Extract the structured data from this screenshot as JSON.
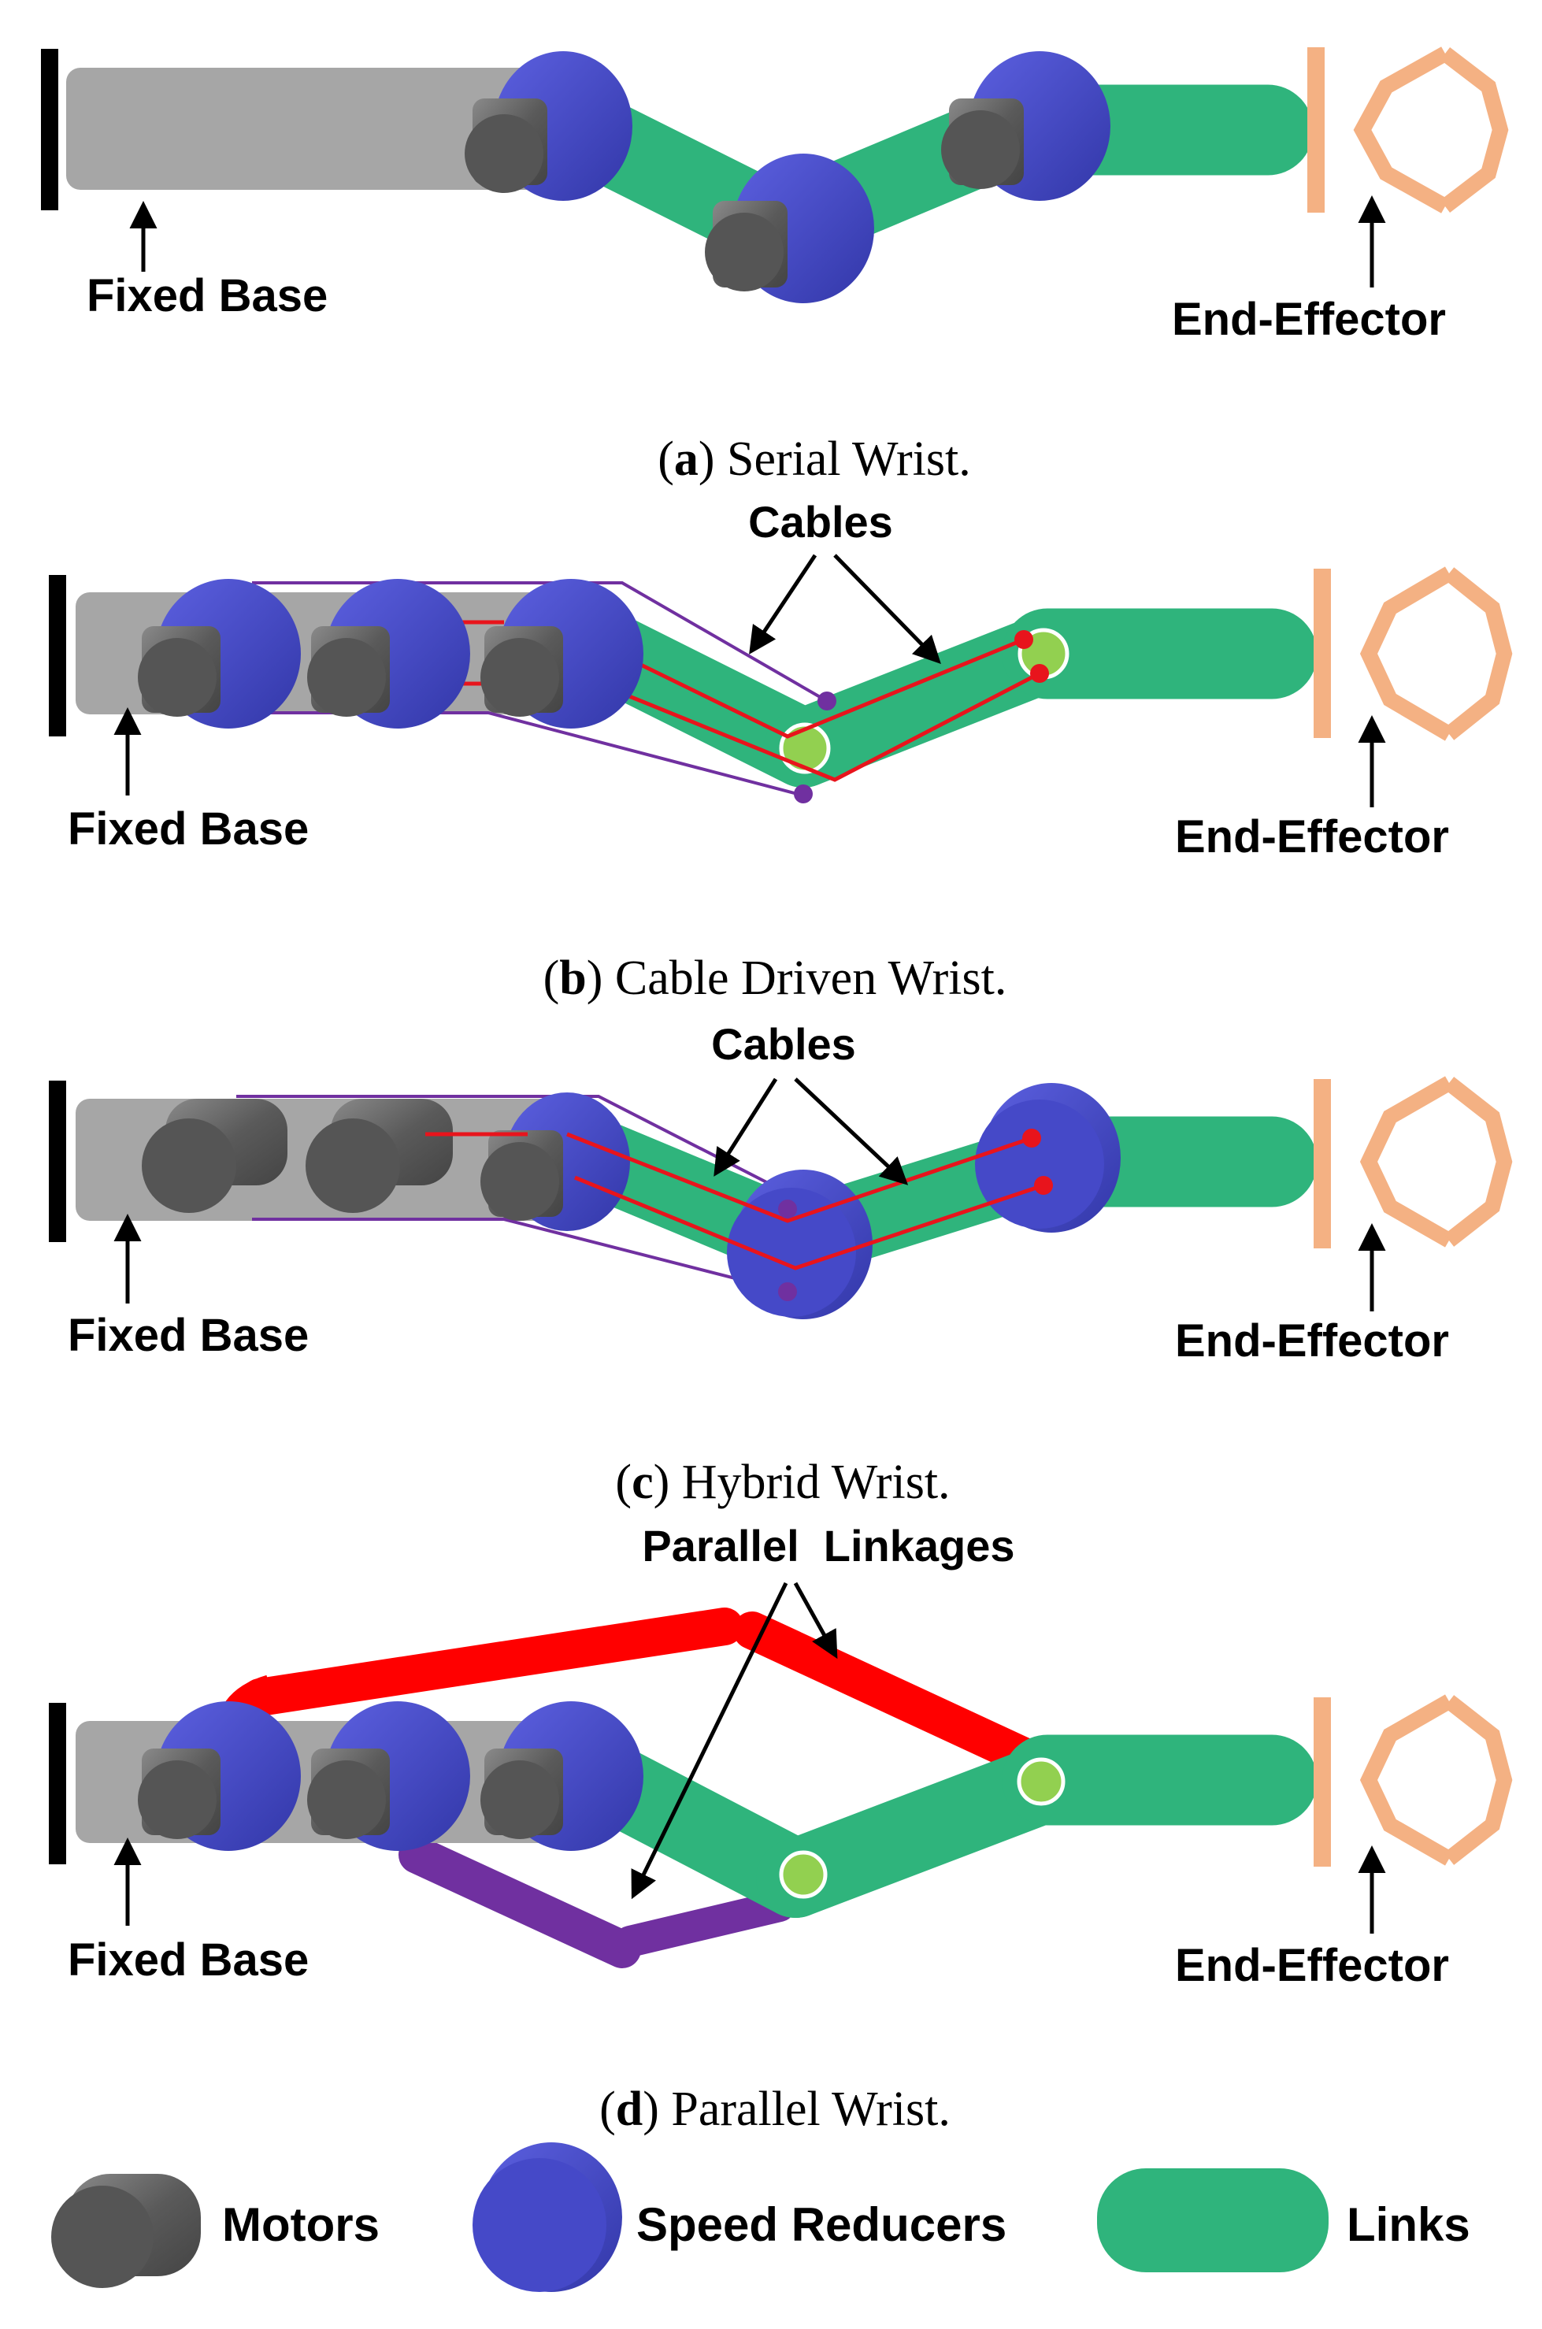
{
  "labels": {
    "fixed_base": "Fixed Base",
    "end_effector": "End-Effector",
    "cables": "Cables",
    "parallel_linkages": "Parallel  Linkages"
  },
  "captions": {
    "a": {
      "letter": "a",
      "text": " Serial Wrist."
    },
    "b": {
      "letter": "b",
      "text": " Cable Driven Wrist."
    },
    "c": {
      "letter": "c",
      "text": " Hybrid Wrist."
    },
    "d": {
      "letter": "d",
      "text": " Parallel Wrist."
    }
  },
  "legend": {
    "motors": "Motors",
    "speed_reducers": "Speed Reducers",
    "links": "Links"
  },
  "colors": {
    "base": "#a6a6a6",
    "link": "#2fb47c",
    "reducer": "#4549c8",
    "motor": "#555555",
    "cable": "#e8141c",
    "cable_secondary": "#7030a0",
    "end_effector": "#f4b183",
    "joint": "#92d050",
    "linkage_red": "#ff0000",
    "linkage_purple": "#7030a0"
  }
}
